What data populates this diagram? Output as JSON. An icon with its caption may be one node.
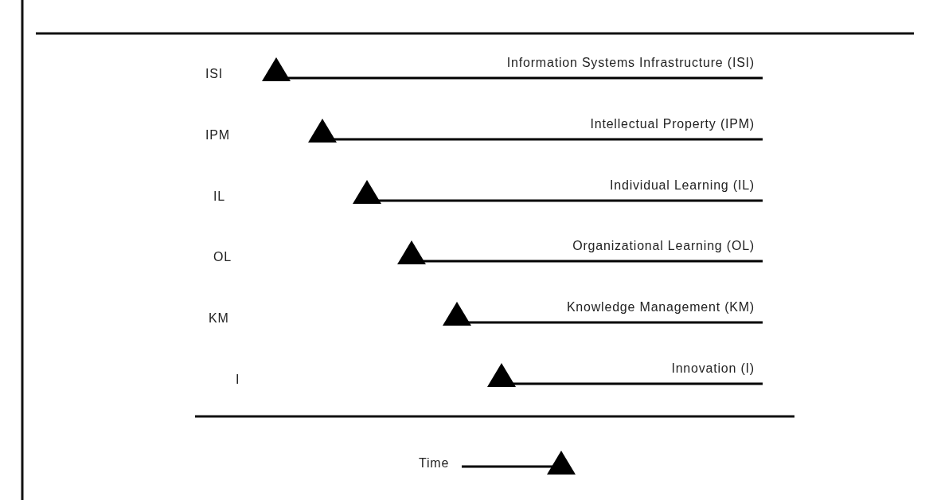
{
  "diagram": {
    "labels": [
      "ISI",
      "Information Systems Infrastructure (ISI)",
      "IPM",
      "Intellectual Property (IPM)",
      "IL",
      "Individual Learning (IL)",
      "OL",
      "Organizational Learning (OL)",
      "KM",
      "Knowledge Management (KM)",
      "I",
      "Innovation (I)",
      "Time"
    ]
  }
}
